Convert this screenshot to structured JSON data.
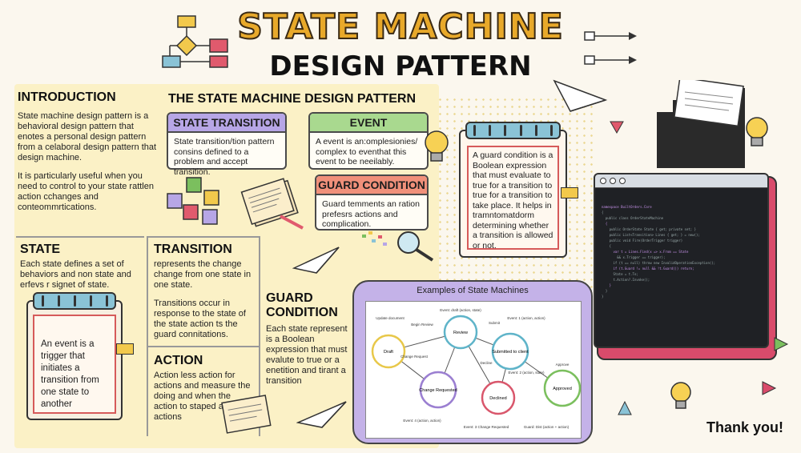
{
  "header": {
    "title_line1": "STATE MACHINE",
    "title_line2": "DESIGN PATTERN"
  },
  "introduction": {
    "heading": "INTRODUCTION",
    "para1": "State machine design pattern is a behavioral design pattern that enotes a personal design pattern from a celaboral design pattern that design machine.",
    "para2": "It is particularly useful when you need to control to your state rattlen action cchanges and conteommrtications."
  },
  "pattern_section": {
    "heading": "THE STATE MACHINE DESIGN PATTERN",
    "state_transition": {
      "title": "STATE TRANSITION",
      "body": "State transition/tion pattern consins defined to a problem and accept transition."
    },
    "event": {
      "title": "EVENT",
      "body": "A event is an:omplesionies/ complex to eventhat this event to be neeilably."
    },
    "guard_condition": {
      "title": "GUARD CONDITION",
      "body": "Guard temments an ration prefesrs actions and complication."
    }
  },
  "guard_note": {
    "body": "A guard condition is a Boolean expression that must evaluate to true for a transition to true for a transition to take place. It helps in tramntomatdorm determining whether a transition is allowed or not."
  },
  "state": {
    "heading": "STATE",
    "body": "Each state defines a set of behaviors and non state and erfevs r signet of state."
  },
  "event_note": {
    "body": "An event is a trigger that initiates a transition from one state to another"
  },
  "transition": {
    "heading": "TRANSITION",
    "para1": "represents the change change from one state in one state.",
    "para2": "Transitions occur in response to the state of the state action ts the guard connitations."
  },
  "action": {
    "heading": "ACTION",
    "body": "Action less action for actions and measure the doing and when the action to staped and actions"
  },
  "guard_condition_col": {
    "heading_line1": "GUARD",
    "heading_line2": "CONDITION",
    "body": "Each state represent is a Boolean expression that must evalute to true or a enetition and tirant a transition"
  },
  "diagram": {
    "title": "Examples of State Machines",
    "nodes": [
      {
        "label": "Draft",
        "color": "#e8c84a"
      },
      {
        "label": "Review",
        "color": "#5fb4c9"
      },
      {
        "label": "Submitted to client",
        "color": "#5fb4c9"
      },
      {
        "label": "Change Requested",
        "color": "#9b7fd1"
      },
      {
        "label": "Declined",
        "color": "#d9576c"
      },
      {
        "label": "Approved",
        "color": "#7bbf5e"
      }
    ],
    "edge_labels": [
      "Update document",
      "Begin Review",
      "Event: draft (action, state)",
      "Submit",
      "Event: 1 (action, action)",
      "Change Request",
      "Decline",
      "Event: 2 (action, state)",
      "Approve",
      "Event: 4 (action, action)",
      "Event: 3 Change Requested",
      "Guard: Dist (action + action)"
    ]
  },
  "code_window": {
    "lines": [
      "namespace BuiltOrders.Core",
      "{",
      "  public class OrderStateMachine",
      "  {",
      "    public OrderState State { get; private set; }",
      "    public List<Transition> Lines { get; } = new();",
      "",
      "    public void Fire(OrderTrigger trigger)",
      "    {",
      "      var t = Lines.Find(x => x.From == State",
      "        && x.Trigger == trigger);",
      "      if (t == null) throw new InvalidOperationException();",
      "      if (t.Guard != null && !t.Guard()) return;",
      "      State = t.To;",
      "      t.Action?.Invoke();",
      "    }",
      "  }",
      "}"
    ]
  },
  "footer": {
    "thanks": "Thank you!"
  },
  "colors": {
    "title_fill": "#e8a92a",
    "state_transition_header": "#b7a6e6",
    "event_header": "#a9d98f",
    "guard_header": "#f0907a",
    "diagram_bg": "#c4b2e8",
    "code_frame": "#d94b6b",
    "yellow_panel": "#fbf1c6"
  },
  "icons": [
    "flowchart-icon",
    "arrow-flow-icon",
    "paper-plane-icon",
    "lightbulb-icon",
    "cubes-icon",
    "contract-icon",
    "magnifier-icon",
    "pencil-icon",
    "triangle-decoration-icon"
  ]
}
